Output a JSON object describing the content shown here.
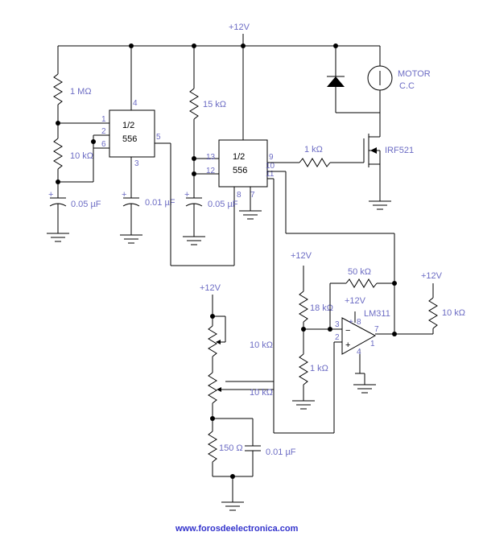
{
  "labels": {
    "vcc_top": "+12V",
    "r_1m": "1 MΩ",
    "r_10k_left": "10 kΩ",
    "c_005_left": "0.05 µF",
    "c_001_left": "0.01 µF",
    "r_15k": "15 kΩ",
    "c_005_mid": "0.05 µF",
    "r_1k_gate": "1 kΩ",
    "motor_line1": "MOTOR",
    "motor_line2": "C.C",
    "mosfet": "IRF521",
    "vcc_divider": "+12V",
    "r_18k": "18 kΩ",
    "r_1k_div": "1 kΩ",
    "r_50k": "50 kΩ",
    "vcc_lm311": "+12V",
    "comparator": "LM311",
    "vcc_pullup": "+12V",
    "r_10k_pullup": "10 kΩ",
    "vcc_pots": "+12V",
    "pot_10k_a": "10 kΩ",
    "pot_10k_b": "10 kΩ",
    "r_150": "150 Ω",
    "c_001_bottom": "0.01 µF",
    "footer_url": "www.forosdeelectronica.com"
  },
  "ic1": {
    "name_line1": "1/2",
    "name_line2": "556",
    "pins": {
      "p1": "1",
      "p2": "2",
      "p3": "3",
      "p4": "4",
      "p5": "5",
      "p6": "6"
    }
  },
  "ic2": {
    "name_line1": "1/2",
    "name_line2": "556",
    "pins": {
      "p7": "7",
      "p8": "8",
      "p9": "9",
      "p10": "10",
      "p11": "11",
      "p12": "12",
      "p13": "13"
    }
  },
  "lm311_pins": {
    "p1": "1",
    "p2": "2",
    "p3": "3",
    "p4": "4",
    "p7": "7",
    "p8": "8"
  },
  "cap_polarity": "+",
  "opamp_signs": {
    "minus": "−",
    "plus": "+"
  }
}
